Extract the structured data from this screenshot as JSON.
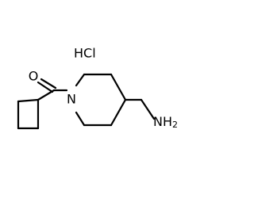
{
  "molecule": {
    "salt": "HCl",
    "atoms": {
      "oxygen": "O",
      "nitrogen": "N",
      "amine_n": "N",
      "amine_h": "H",
      "amine_h_count": "2"
    }
  },
  "colors": {
    "bond": "#000000",
    "salt": "#000000",
    "oxygen": "#000000",
    "nitrogen": "#000000"
  }
}
